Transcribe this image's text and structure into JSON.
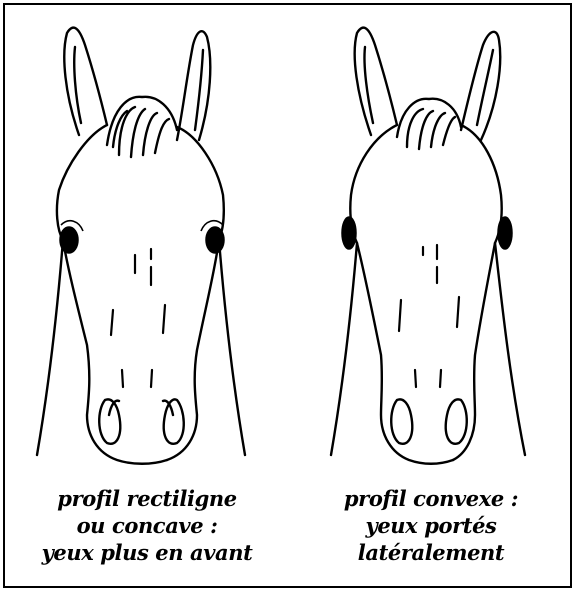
{
  "figures": [
    {
      "caption_lines": [
        "profil rectiligne",
        "ou concave :",
        "yeux plus en avant"
      ]
    },
    {
      "caption_lines": [
        "profil convexe :",
        "yeux portés",
        "latéralement"
      ]
    }
  ]
}
